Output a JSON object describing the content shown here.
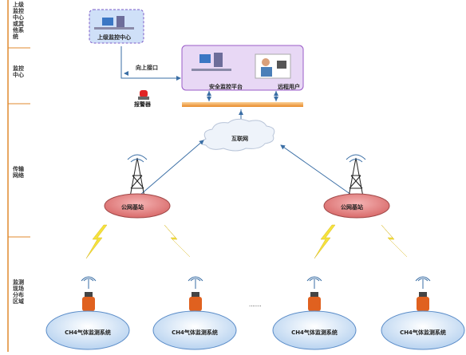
{
  "tiers": [
    {
      "id": "upper",
      "label": "上级监控中心或其他系统"
    },
    {
      "id": "monitor",
      "label": "监控中心"
    },
    {
      "id": "transport",
      "label": "传输网络"
    },
    {
      "id": "field",
      "label": "监测现场分布区域"
    }
  ],
  "nodes": {
    "upper_center": "上级监控中心",
    "upper_interface": "向上接口",
    "alarm": "报警器",
    "platform": "安全监控平台",
    "remote_user": "远程用户",
    "internet": "互联网",
    "base_station_left": "公网基站",
    "base_station_right": "公网基站",
    "ellipsis": "·······",
    "field_systems": [
      "CH4气体监测系统",
      "CH4气体监测系统",
      "CH4气体监测系统",
      "CH4气体监测系统"
    ]
  },
  "colors": {
    "tier_line": "#e08a2e",
    "arrow": "#3a6ea5",
    "box_fill": "#e8d8f5",
    "box_border": "#9a5bc8",
    "bus": "#f2a24a",
    "base_ellipse": "#e58a8a",
    "field_ellipse": "#c8ddf5",
    "lightning": "#f5e23c"
  }
}
